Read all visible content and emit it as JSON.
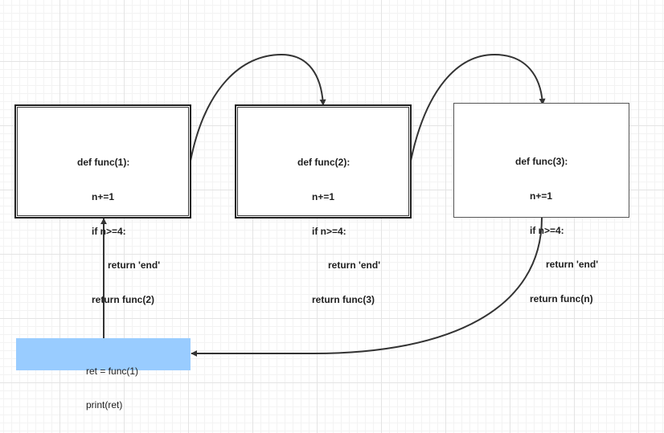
{
  "functions": [
    {
      "lines": [
        "def func(1):",
        "n+=1",
        "if n>=4:",
        "return 'end'",
        "return func(2)"
      ]
    },
    {
      "lines": [
        "def func(2):",
        "n+=1",
        "if n>=4:",
        "return 'end'",
        "return func(3)"
      ]
    },
    {
      "lines": [
        "def func(3):",
        "n+=1",
        "if n>=4:",
        "return 'end'",
        "return func(n)"
      ]
    }
  ],
  "caller": {
    "lines": [
      "ret = func(1)",
      "print(ret)"
    ]
  },
  "colors": {
    "stroke": "#333333",
    "caller_fill": "#99ccff",
    "grid": "#e4e4e4"
  }
}
